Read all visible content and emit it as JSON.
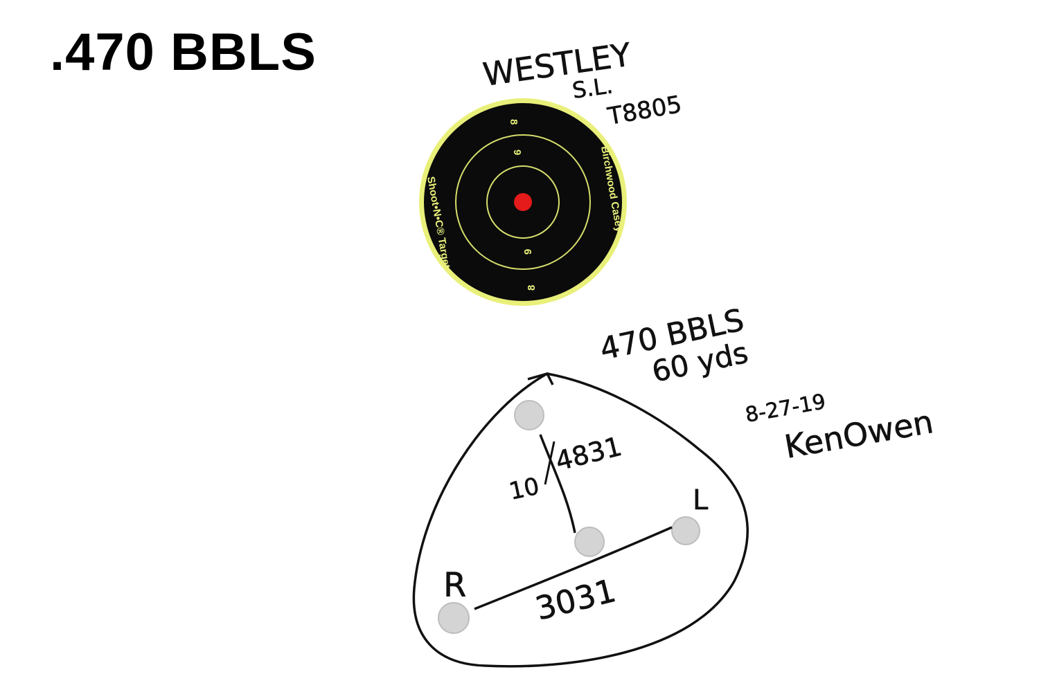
{
  "title": ".470 BBLS",
  "target": {
    "brand_right": "Birchwood Casey",
    "brand_left": "Shoot•N•C® Target",
    "ring_numbers": [
      "8",
      "9",
      "9",
      "8"
    ],
    "colors": {
      "outer": "#e9f07a",
      "target_black": "#0b0b0b",
      "ring_line": "#d7df6c",
      "bullseye": "#e51a1a"
    }
  },
  "handwritten": {
    "maker": [
      "WESTLEY",
      "S.L.",
      "T8805"
    ],
    "load_note": [
      "470 BBLS",
      "60 yds"
    ],
    "date_sig": [
      "8-27-19",
      "KenOwen"
    ],
    "shot_labels": {
      "left": "R",
      "right": "L"
    },
    "measurements": {
      "vertical_left": "10",
      "vertical_right": "4831",
      "horizontal": "3031"
    }
  }
}
